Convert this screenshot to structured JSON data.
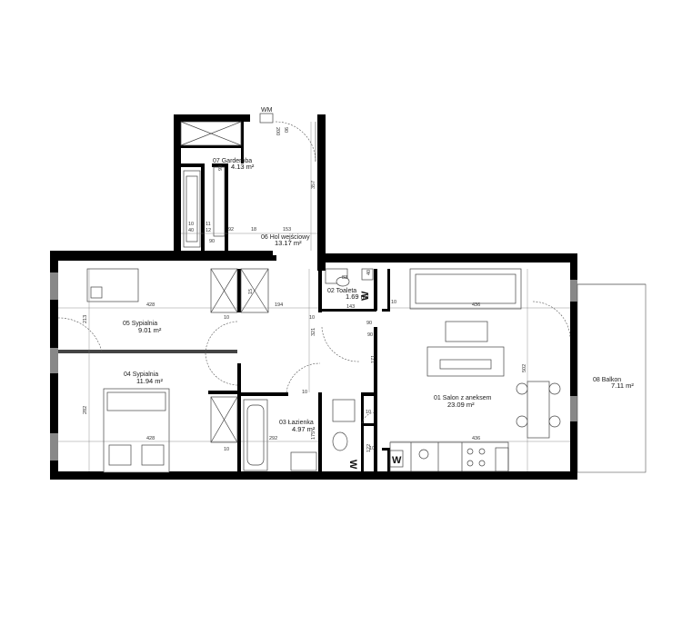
{
  "rooms": [
    {
      "id": "r01",
      "name": "01 Salon z aneksem",
      "area": "23.09 m²"
    },
    {
      "id": "r02",
      "name": "02 Toaleta",
      "area": "1.69 m²"
    },
    {
      "id": "r03",
      "name": "03 Łazienka",
      "area": "4.97 m²"
    },
    {
      "id": "r04",
      "name": "04 Sypialnia",
      "area": "11.94 m²"
    },
    {
      "id": "r05",
      "name": "05 Sypialnia",
      "area": "9.01 m²"
    },
    {
      "id": "r06",
      "name": "06 Hol wejściowy",
      "area": "13.17 m²"
    },
    {
      "id": "r07",
      "name": "07 Garderoba",
      "area": "4.13 m²"
    },
    {
      "id": "r08",
      "name": "08 Balkon",
      "area": "7.11 m²"
    }
  ],
  "dimensions": {
    "d428a": "428",
    "d194": "194",
    "d436a": "436",
    "d428b": "428",
    "d292": "292",
    "d436b": "436",
    "d143": "143",
    "d83": "83",
    "d153": "153",
    "d92": "92",
    "d18": "18",
    "d10a": "10",
    "d40": "40",
    "d11": "11",
    "d12": "12",
    "d10b": "10",
    "d10c": "10",
    "d10d": "10",
    "d10e": "10",
    "d10f": "10",
    "d10g": "10",
    "d10h": "10",
    "d90a": "90",
    "d90b": "90",
    "d90c": "90",
    "d200": "200",
    "d357": "357",
    "d213": "213",
    "d282": "282",
    "d321": "321",
    "d171": "171",
    "d502": "502",
    "d175": "175",
    "d122": "122",
    "d93": "93",
    "d40b": "40",
    "d15": "15"
  },
  "symbols": {
    "wm": "WM",
    "w_toilet": "W",
    "w_bath": "W",
    "w_kitchen": "W"
  }
}
